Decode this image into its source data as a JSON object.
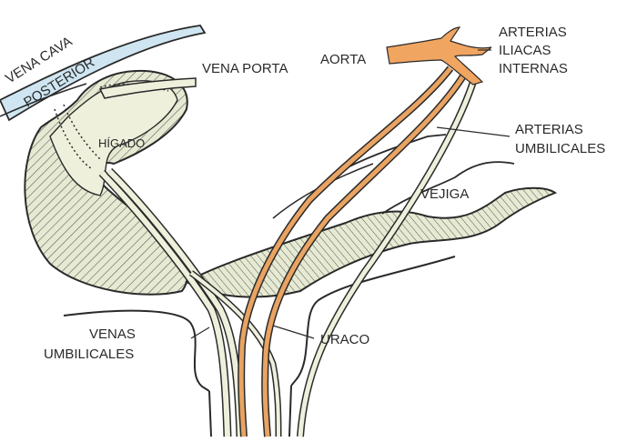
{
  "labels": {
    "vena_cava_line1": "VENA CAVA",
    "vena_cava_line2": "POSTERIOR",
    "vena_porta": "VENA PORTA",
    "higado": "HÍGADO",
    "aorta": "AORTA",
    "arterias_iliacas_line1": "ARTERIAS",
    "arterias_iliacas_line2": "ILIACAS",
    "arterias_iliacas_line3": "INTERNAS",
    "arterias_umbilicales_line1": "ARTERIAS",
    "arterias_umbilicales_line2": "UMBILICALES",
    "vejiga": "VEJIGA",
    "venas_umbilicales_line1": "VENAS",
    "venas_umbilicales_line2": "UMBILICALES",
    "uraco": "URACO"
  },
  "colors": {
    "ink": "#2a2a2a",
    "organ_fill": "#e6ead2",
    "vein_fill": "#eef0dc",
    "artery": "#e9a362",
    "aorta": "#f0a560",
    "vena_cava": "#cfe6f2"
  }
}
